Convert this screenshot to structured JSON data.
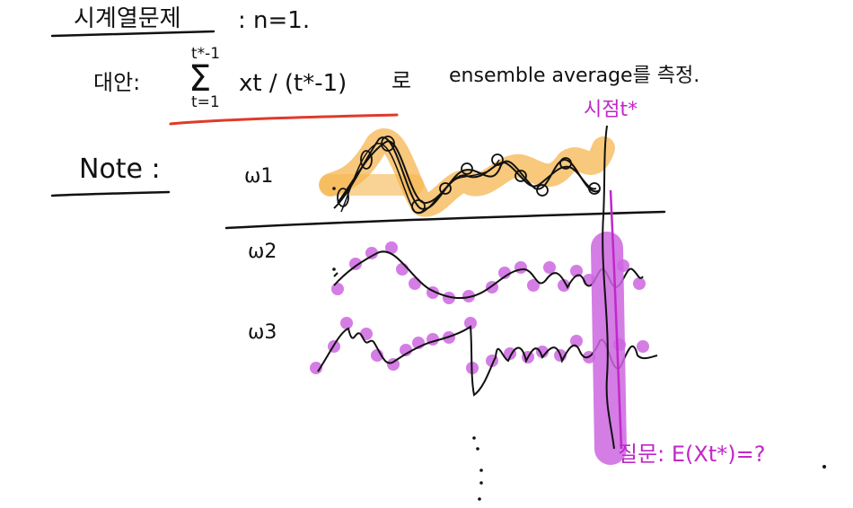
{
  "note": {
    "title": "시계열문제",
    "condition": ": n=1.",
    "alternative_label": "대안:",
    "sum_upper": "t*-1",
    "sum_symbol": "Σ",
    "sum_lower": "t=1",
    "sum_expression": "xt / (t*-1)",
    "ro": "로",
    "ensemble_text": "ensemble average를 측정.",
    "note_label": "Note :",
    "time_label": "시점t*",
    "realizations": [
      "ω1",
      "ω2",
      "ω3"
    ],
    "question": "질문: E(Xt*)=?"
  },
  "colors": {
    "ink": "#111111",
    "orange_highlight": "#f5b650",
    "purple_highlight": "#cc66e0",
    "purple_text": "#c028c8",
    "red_underline": "#e03a2a"
  }
}
